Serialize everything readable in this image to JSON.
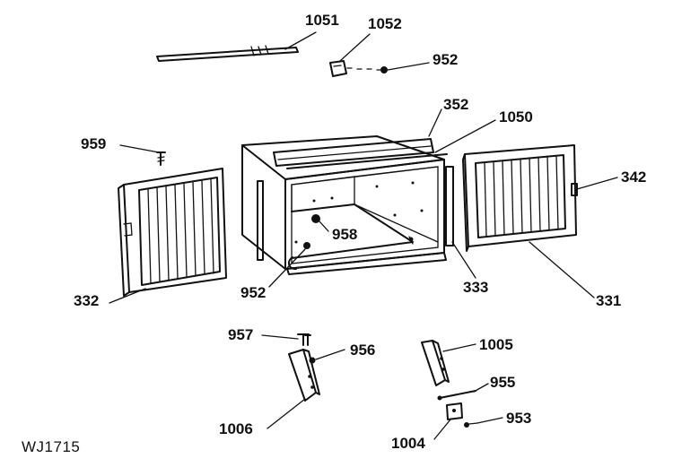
{
  "drawing_code": "WJ1715",
  "parts": [
    {
      "id": "p1051",
      "label": "1051"
    },
    {
      "id": "p1052",
      "label": "1052"
    },
    {
      "id": "p952a",
      "label": "952"
    },
    {
      "id": "p352",
      "label": "352"
    },
    {
      "id": "p1050",
      "label": "1050"
    },
    {
      "id": "p959",
      "label": "959"
    },
    {
      "id": "p342",
      "label": "342"
    },
    {
      "id": "p958",
      "label": "958"
    },
    {
      "id": "p952b",
      "label": "952"
    },
    {
      "id": "p333",
      "label": "333"
    },
    {
      "id": "p331",
      "label": "331"
    },
    {
      "id": "p332",
      "label": "332"
    },
    {
      "id": "p957",
      "label": "957"
    },
    {
      "id": "p956",
      "label": "956"
    },
    {
      "id": "p1005",
      "label": "1005"
    },
    {
      "id": "p955",
      "label": "955"
    },
    {
      "id": "p953",
      "label": "953"
    },
    {
      "id": "p1006",
      "label": "1006"
    },
    {
      "id": "p1004",
      "label": "1004"
    }
  ]
}
